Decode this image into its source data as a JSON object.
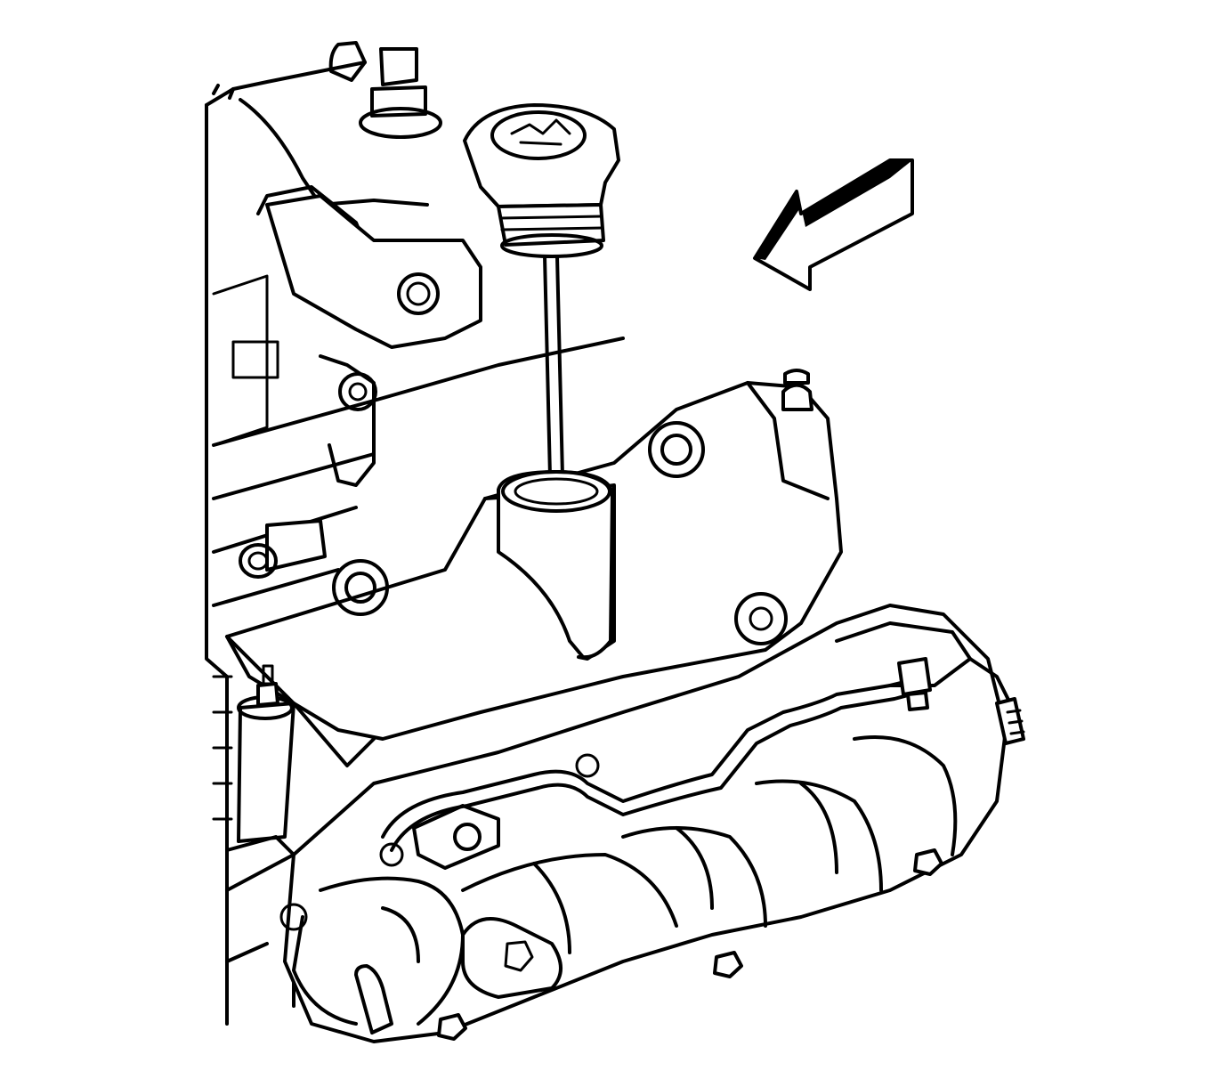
{
  "diagram": {
    "colors": {
      "line": "#000000",
      "background": "#ffffff"
    },
    "parts": [
      "engine-block",
      "valve-cover",
      "oil-fill-tube",
      "oil-fill-cap",
      "intake-manifold",
      "fuel-rail",
      "pcv-fitting",
      "coolant-fitting",
      "direction-arrow"
    ]
  }
}
